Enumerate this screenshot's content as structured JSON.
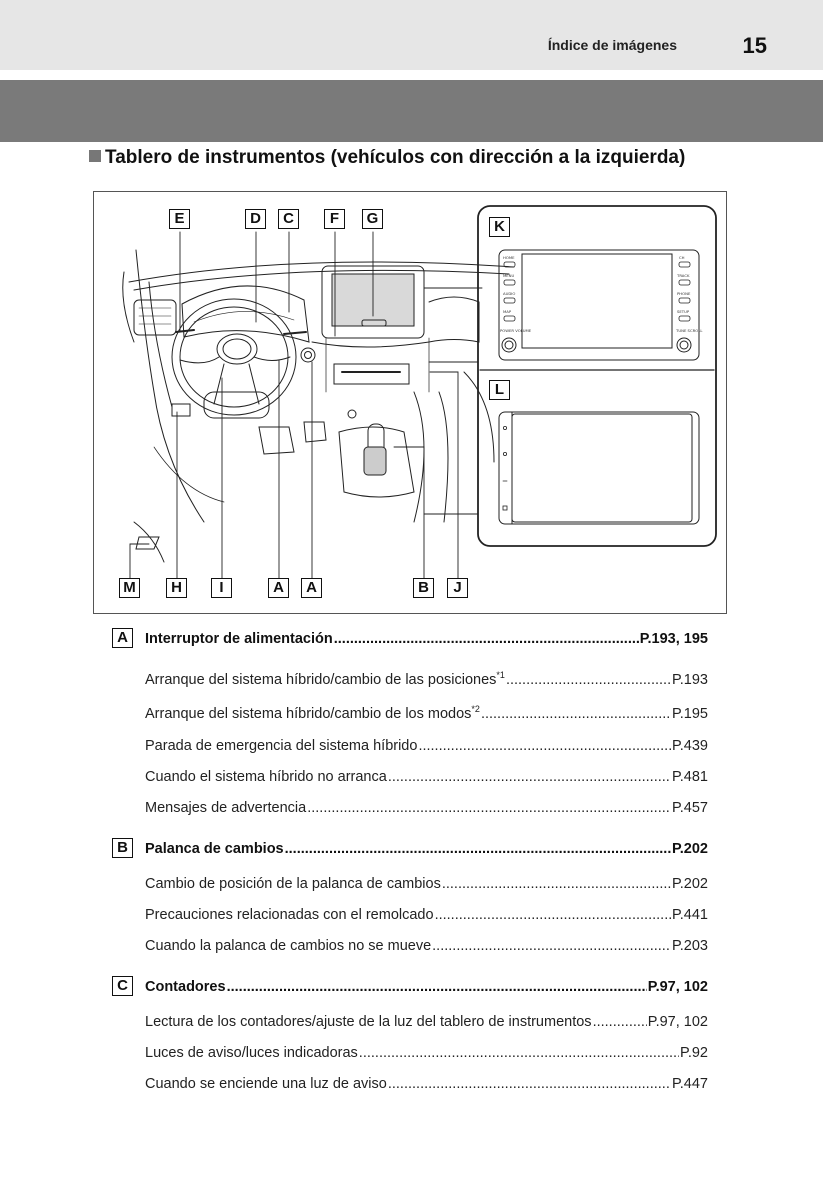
{
  "header": {
    "title": "Índice de imágenes",
    "page_number": "15"
  },
  "section": {
    "title": "Tablero de instrumentos (vehículos con dirección a la izquierda)"
  },
  "figure": {
    "callouts_top": [
      "E",
      "D",
      "C",
      "F",
      "G"
    ],
    "callouts_bottom": [
      "M",
      "H",
      "I",
      "A",
      "A",
      "B",
      "J"
    ],
    "inset_labels": [
      "K",
      "L"
    ],
    "k_buttons_left": [
      "HOME",
      "MENU",
      "AUDIO",
      "MAP",
      "POWER VOLUME"
    ],
    "k_buttons_right": [
      "CH",
      "TRACK",
      "PHONE",
      "SETUP",
      "TUNE SCROLL"
    ]
  },
  "entries": [
    {
      "badge": "A",
      "main": {
        "text": "Interruptor de alimentación",
        "page": "P.193, 195"
      },
      "subs": [
        {
          "text": "Arranque del sistema híbrido/cambio de las posiciones",
          "sup": "*1",
          "page": "P.193"
        },
        {
          "text": "Arranque del sistema híbrido/cambio de los modos",
          "sup": "*2",
          "page": "P.195"
        },
        {
          "text": "Parada de emergencia del sistema híbrido",
          "page": "P.439"
        },
        {
          "text": "Cuando el sistema híbrido no arranca",
          "page": "P.481"
        },
        {
          "text": "Mensajes de advertencia",
          "page": "P.457"
        }
      ]
    },
    {
      "badge": "B",
      "main": {
        "text": "Palanca de cambios",
        "page": "P.202"
      },
      "subs": [
        {
          "text": "Cambio de posición de la palanca de cambios",
          "page": "P.202"
        },
        {
          "text": "Precauciones relacionadas con el remolcado",
          "page": "P.441"
        },
        {
          "text": "Cuando la palanca de cambios no se mueve",
          "page": "P.203"
        }
      ]
    },
    {
      "badge": "C",
      "main": {
        "text": "Contadores",
        "page": "P.97, 102"
      },
      "subs": [
        {
          "text": "Lectura de los contadores/ajuste de la luz del tablero de instrumentos",
          "page": "P.97, 102"
        },
        {
          "text": "Luces de aviso/luces indicadoras",
          "page": "P.92"
        },
        {
          "text": "Cuando se enciende una luz de aviso",
          "page": "P.447"
        }
      ]
    }
  ]
}
